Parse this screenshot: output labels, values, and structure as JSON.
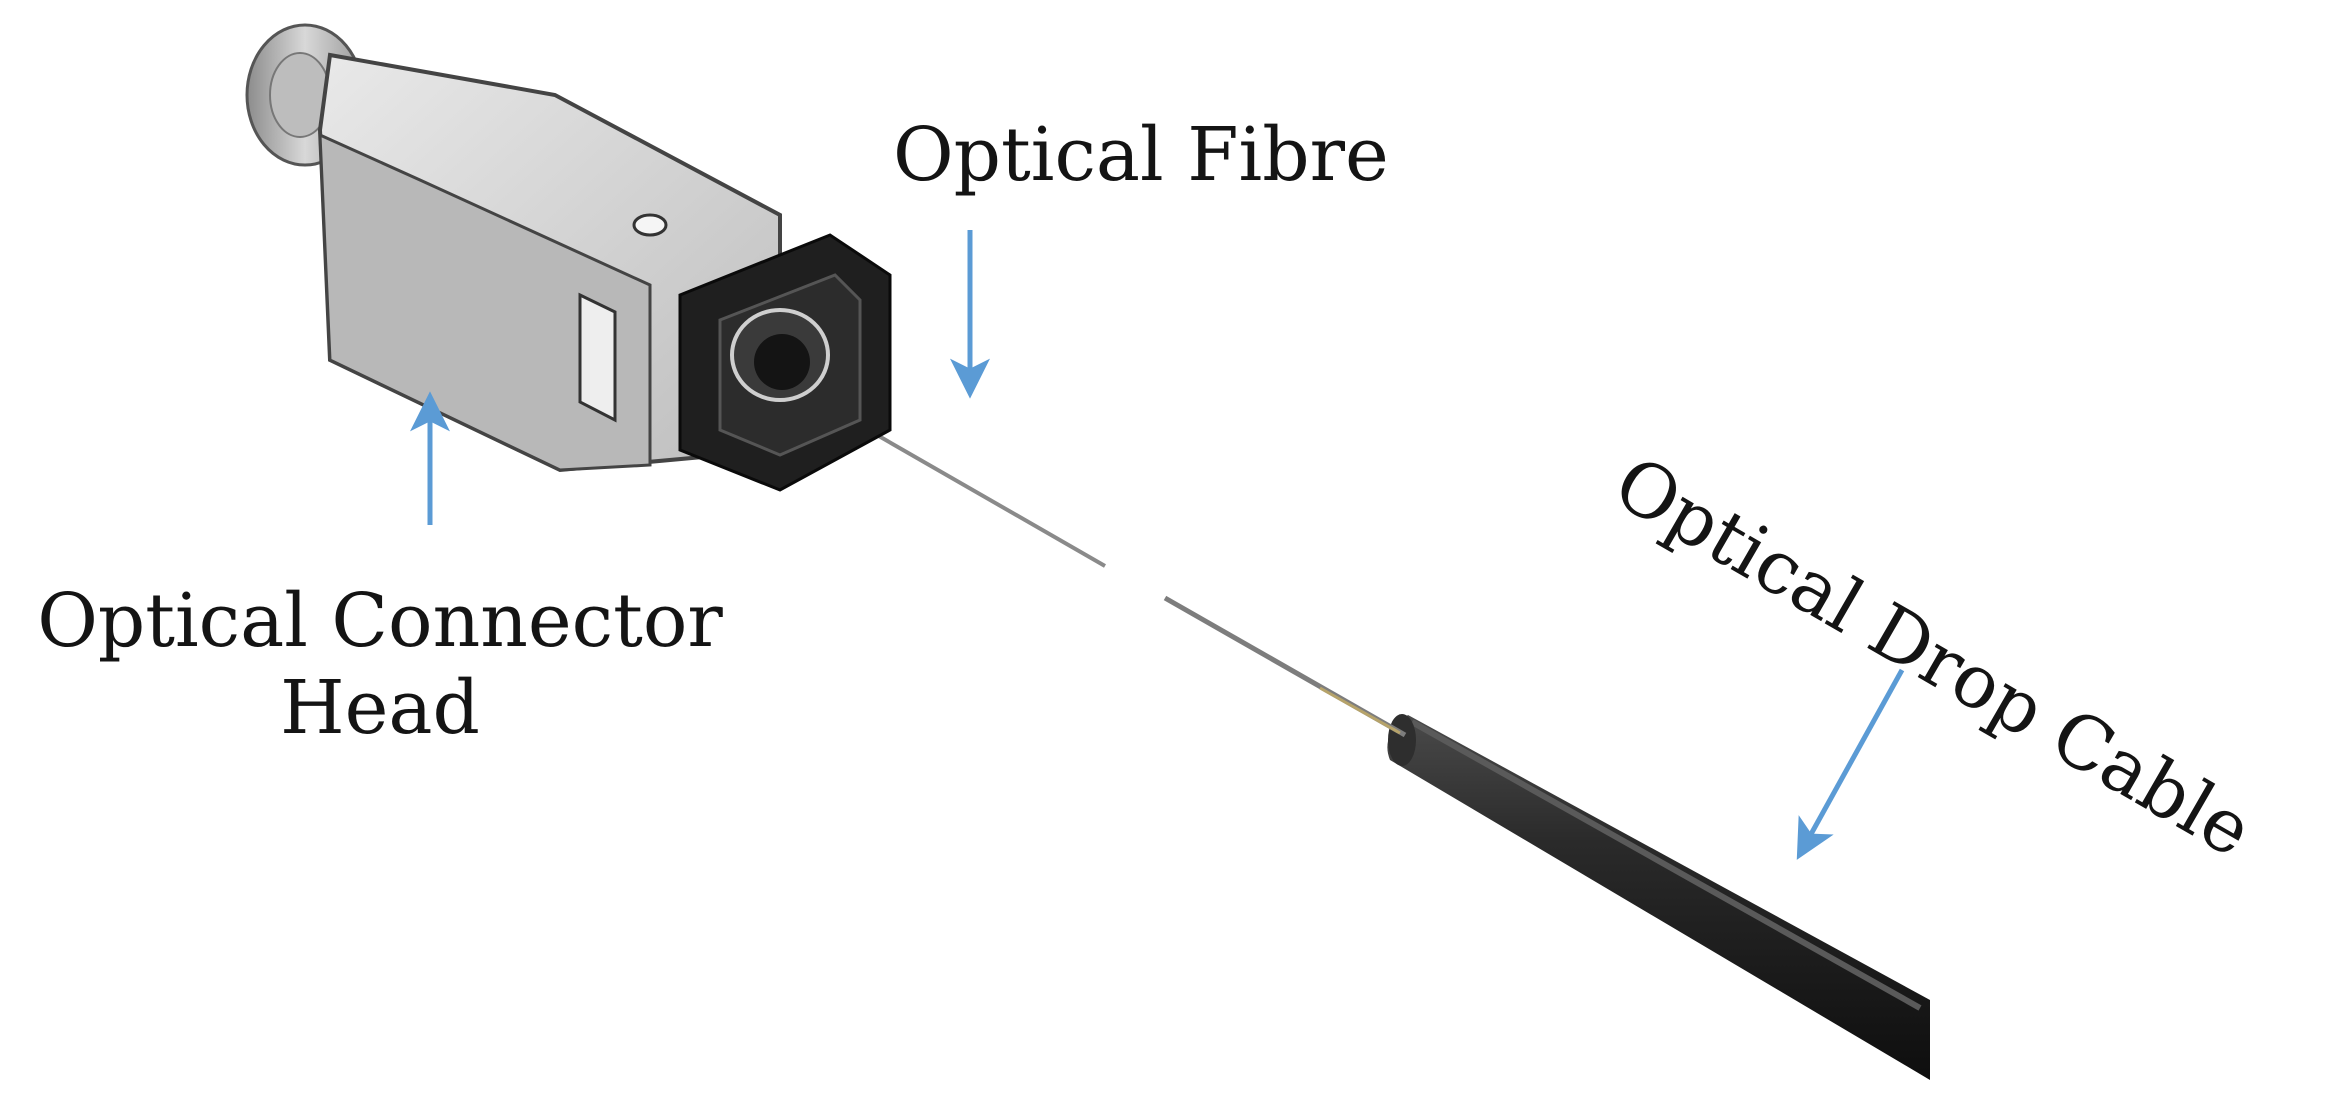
{
  "labels": {
    "optical_fibre": "Optical Fibre",
    "connector_line1": "Optical Connector",
    "connector_line2": "Head",
    "drop_cable": "Optical Drop Cable"
  },
  "colors": {
    "arrow": "#5b9bd5",
    "cable": "#1c1c1c",
    "connector_body": "#cfcfcf",
    "boot": "#222222",
    "fibre": "#9a9a9a"
  }
}
